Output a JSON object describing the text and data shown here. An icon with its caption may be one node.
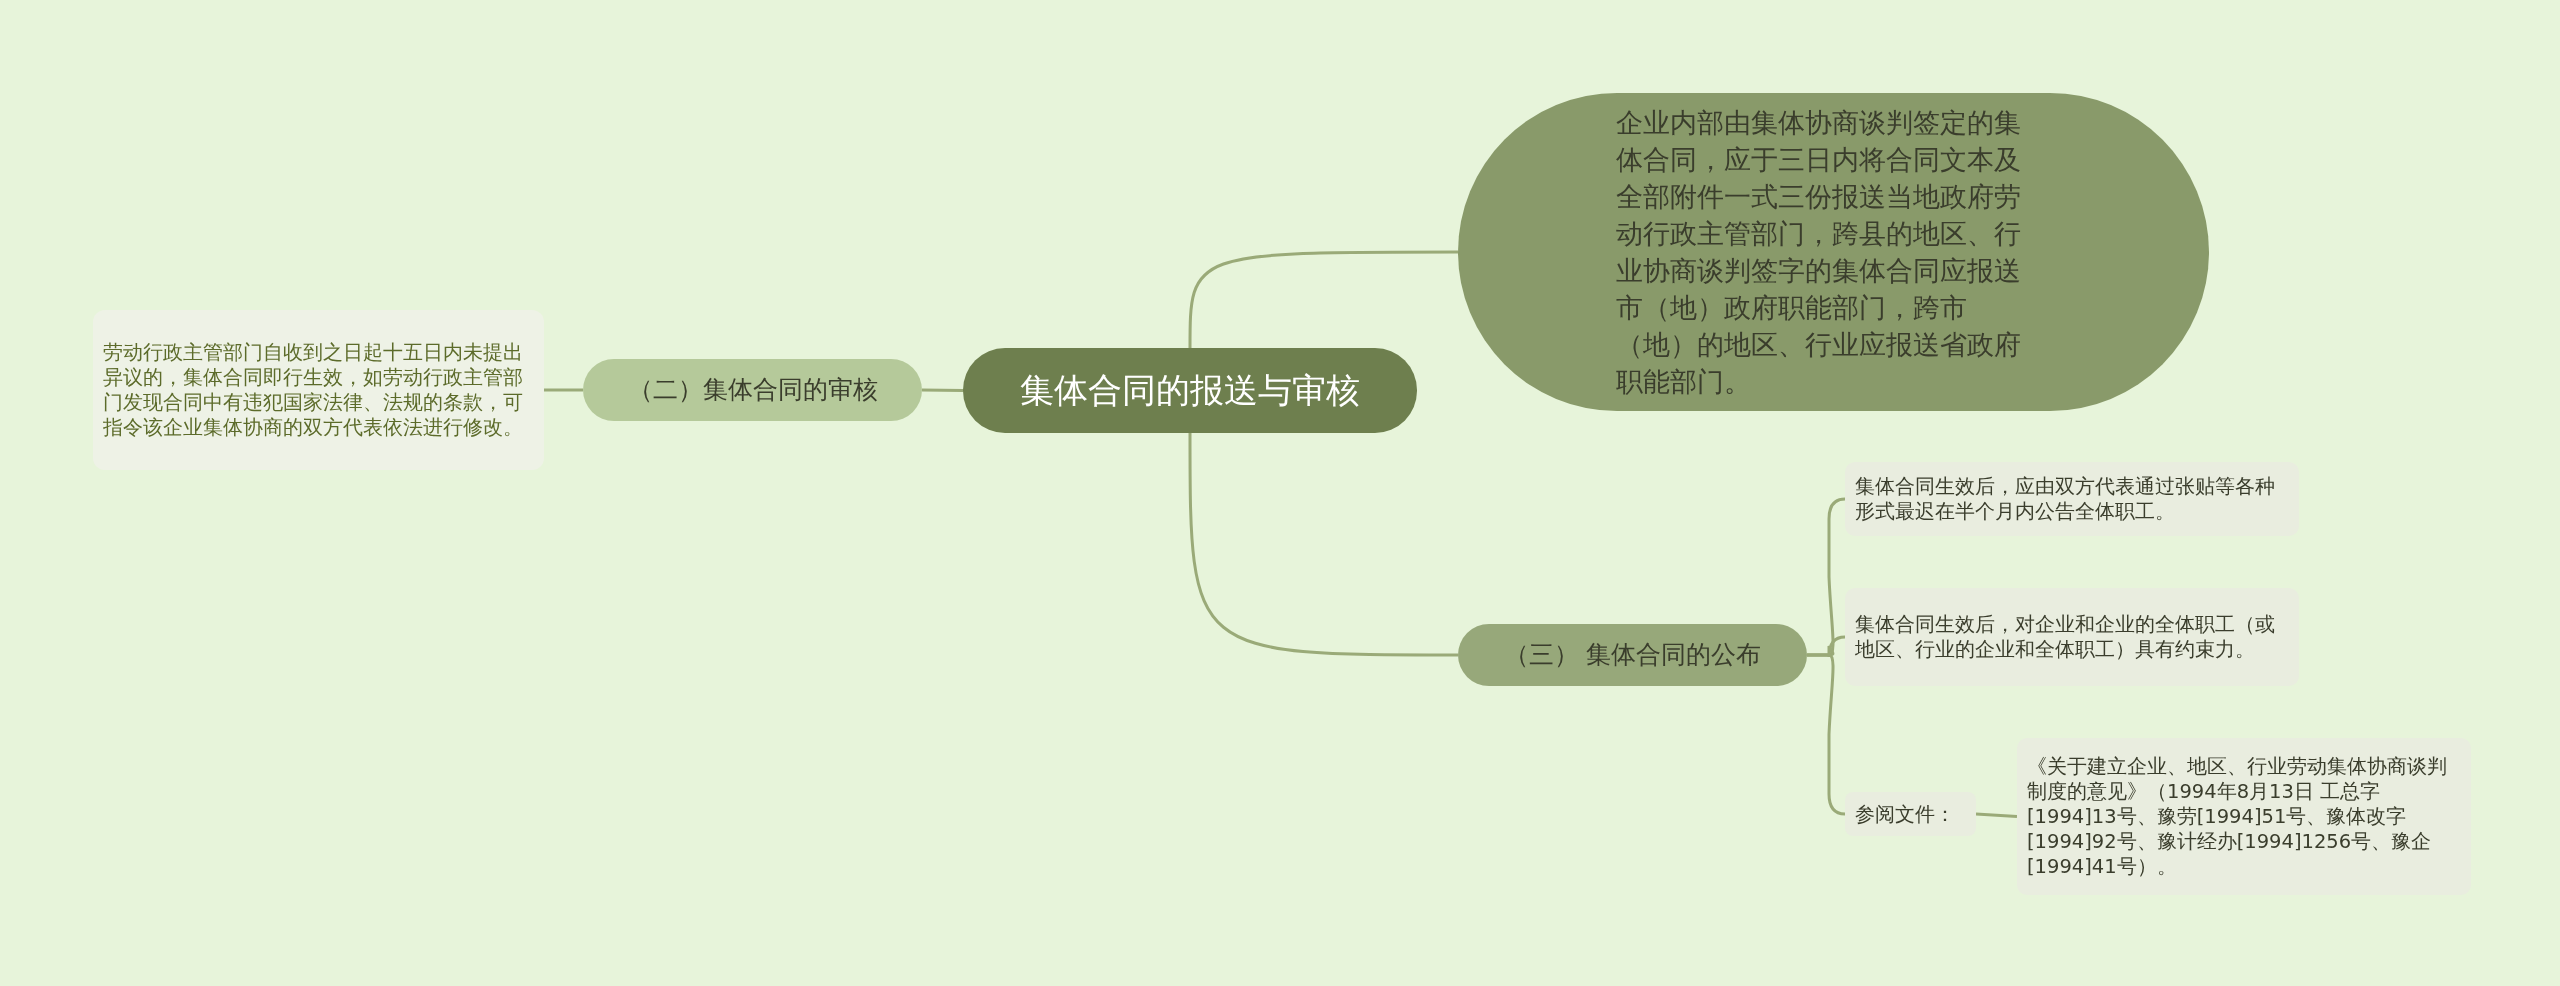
{
  "diagram": {
    "nodes": [
      {
        "text": [
          "集体合同的报送与审核"
        ]
      },
      {
        "text": [
          "企业内部由集体协商谈判签定的集体合同，应于三日内将合同文本及全部附件一式三份报送当地政府劳动行政主管部门，跨县的地区、行业协商谈判签字的集体合同应报送市（地）政府职能部门，跨市（地）的地区、行业应报送省政府职能部门。"
        ]
      },
      {
        "text": [
          "（二）集体合同的审核"
        ]
      },
      {
        "text": [
          "劳动行政主管部门自收到之日起十五日内未提出异议的，集体合同即行生效，如劳动行政主管部门发现合同中有违犯国家法律、法规的条款，可指令该企业集体协商的双方代表依法进行修改。"
        ]
      },
      {
        "text": [
          "（三） 集体合同的公布"
        ]
      },
      {
        "text": [
          "集体合同生效后，应由双方代表通过张贴等各种形式最迟在半个月内公告全体职工。"
        ]
      },
      {
        "text": [
          "集体合同生效后，对企业和企业的全体职工（或地区、行业的企业和全体职工）具有约束力。"
        ]
      },
      {
        "text": [
          "参阅文件："
        ]
      },
      {
        "text": [
          "《关于建立企业、地区、行业劳动集体协商谈判制度的意见》（1994年8月13日 工总字[1994]13号、豫劳[1994]51号、豫体改字[1994]92号、豫计经办[1994]1256号、豫企[1994]41号）。"
        ]
      }
    ],
    "edges": [
      {
        "from": 0,
        "to": 1,
        "arrow": "none"
      },
      {
        "from": 0,
        "to": 2,
        "arrow": "none"
      },
      {
        "from": 2,
        "to": 3,
        "arrow": "none"
      },
      {
        "from": 0,
        "to": 4,
        "arrow": "none"
      },
      {
        "from": 4,
        "to": 5,
        "arrow": "none"
      },
      {
        "from": 4,
        "to": 6,
        "arrow": "none"
      },
      {
        "from": 4,
        "to": 7,
        "arrow": "none"
      },
      {
        "from": 7,
        "to": 8,
        "arrow": "none"
      }
    ]
  }
}
